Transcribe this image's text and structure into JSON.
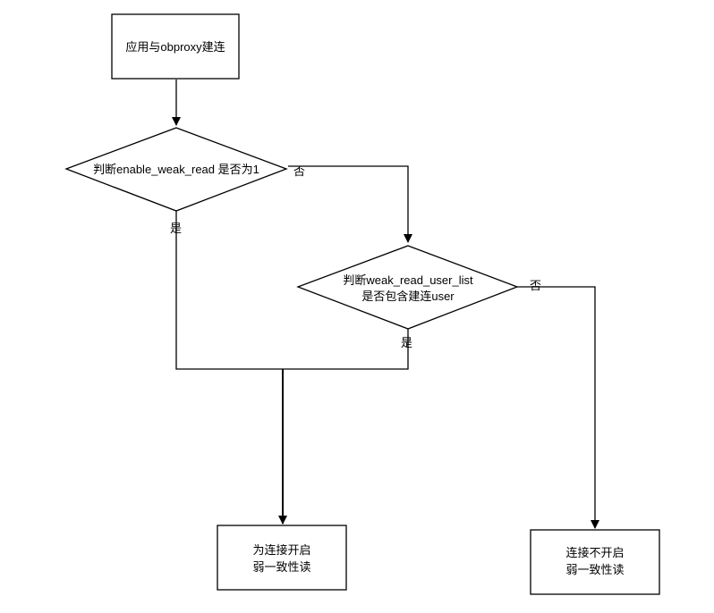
{
  "nodes": {
    "start": {
      "text": "应用与obproxy建连"
    },
    "decision1": {
      "text": "判断enable_weak_read 是否为1"
    },
    "decision2": {
      "line1": "判断weak_read_user_list",
      "line2": "是否包含建连user"
    },
    "enable": {
      "line1": "为连接开启",
      "line2": "弱一致性读"
    },
    "disable": {
      "line1": "连接不开启",
      "line2": "弱一致性读"
    }
  },
  "edges": {
    "d1_no": "否",
    "d1_yes": "是",
    "d2_no": "否",
    "d2_yes": "是"
  },
  "colors": {
    "stroke": "#000000",
    "background": "#ffffff"
  }
}
